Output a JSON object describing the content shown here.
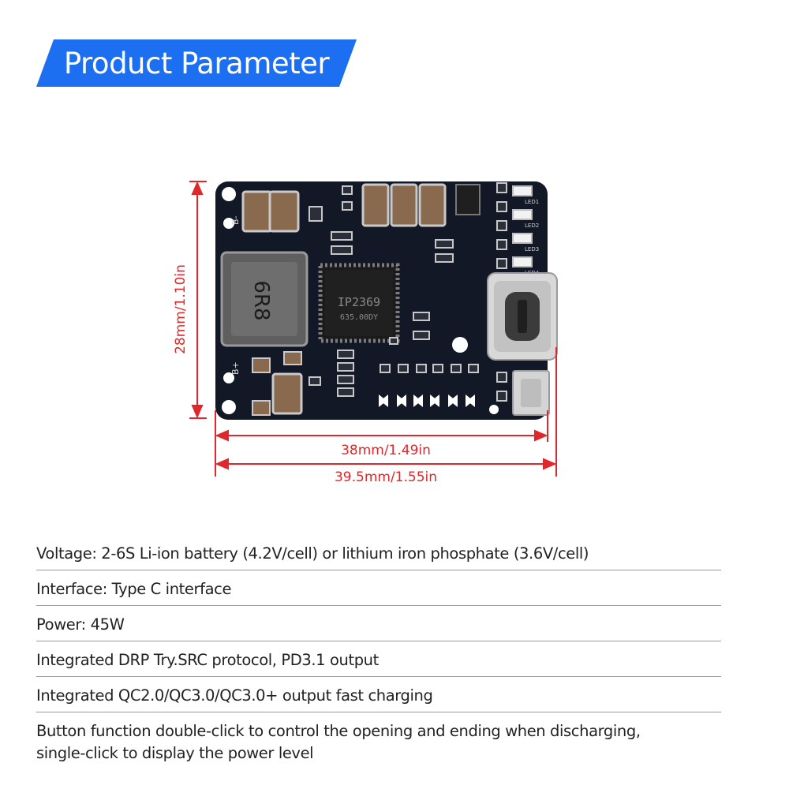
{
  "header": {
    "title": "Product Parameter"
  },
  "dimensions": {
    "height": "28mm/1.10in",
    "width_inner": "38mm/1.49in",
    "width_outer": "39.5mm/1.55in"
  },
  "board": {
    "chip_line1": "IP2369",
    "chip_line2": "635.00DY",
    "inductor_label": "6R8",
    "b_minus": "B-",
    "b_plus": "B+",
    "led_labels": [
      "LED1",
      "LED2",
      "LED3",
      "LED4"
    ]
  },
  "parameters": [
    "Voltage: 2-6S Li-ion battery (4.2V/cell) or lithium iron phosphate (3.6V/cell)",
    "Interface: Type C interface",
    "Power: 45W",
    "Integrated DRP Try.SRC protocol, PD3.1 output",
    "Integrated QC2.0/QC3.0/QC3.0+ output fast charging",
    "Button function double-click to control the opening and ending when discharging, single-click to display the power level"
  ],
  "colors": {
    "banner": "#1d6ff2",
    "dimension": "#e0272b",
    "pcb": "#121826"
  }
}
